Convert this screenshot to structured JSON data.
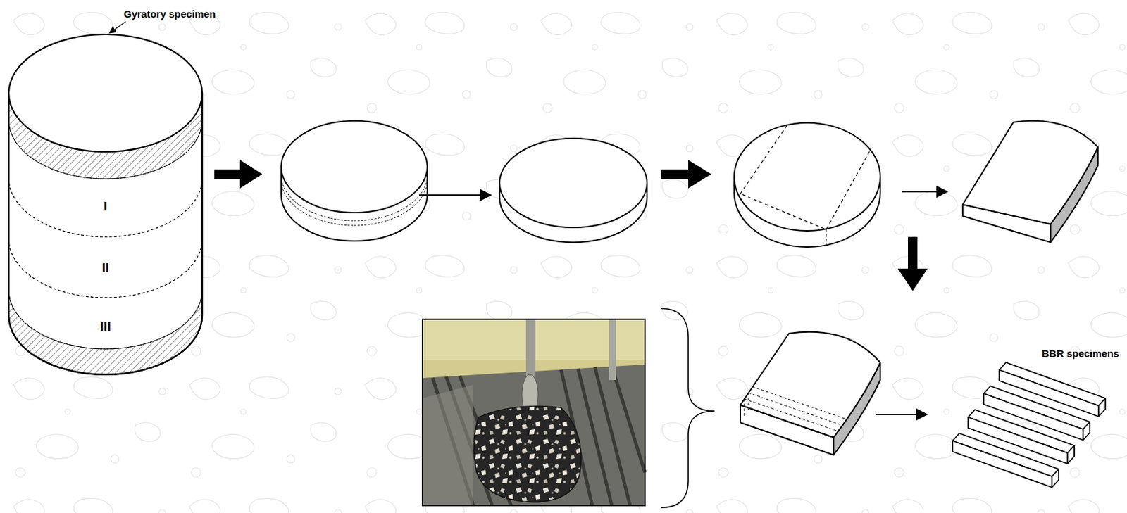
{
  "diagram": {
    "labels": [
      "Gyratory specimen",
      "I",
      "II",
      "III",
      "BBR specimens"
    ]
  }
}
